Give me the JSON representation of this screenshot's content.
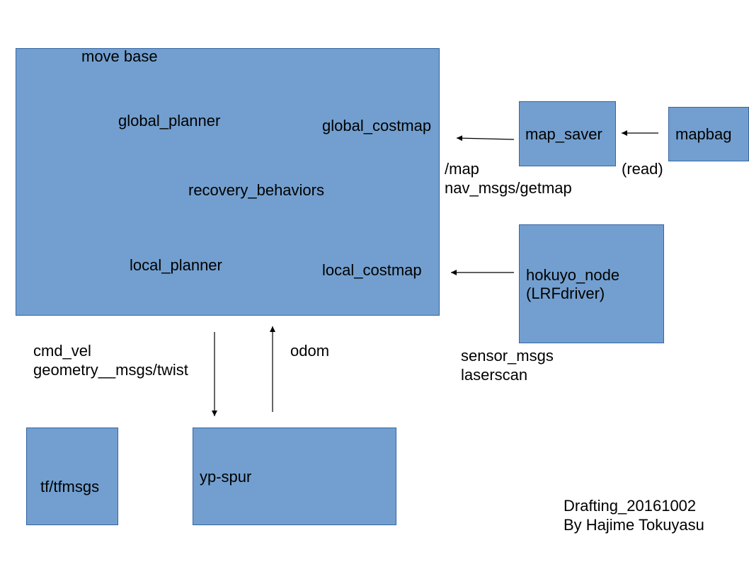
{
  "nodes": {
    "move_base": {
      "title": "move base",
      "global_planner": "global_planner",
      "global_costmap": "global_costmap",
      "recovery_behaviors": "recovery_behaviors",
      "local_planner": "local_planner",
      "local_costmap": "local_costmap"
    },
    "map_saver": "map_saver",
    "mapbag": "mapbag",
    "hokuyo_node": {
      "line1": "hokuyo_node",
      "line2": "(LRFdriver)"
    },
    "tf_tfmsgs": "tf/tfmsgs",
    "yp_spur": "yp-spur"
  },
  "edges": {
    "map": {
      "line1": "/map",
      "line2": "nav_msgs/getmap"
    },
    "read": "(read)",
    "laserscan": {
      "line1": "sensor_msgs",
      "line2": "laserscan"
    },
    "cmd_vel": {
      "line1": "cmd_vel",
      "line2": "geometry__msgs/twist"
    },
    "odom": "odom"
  },
  "footer": {
    "line1": "Drafting_20161002",
    "line2": "By Hajime Tokuyasu"
  },
  "colors": {
    "box_fill": "#729fcf",
    "box_border": "#3465a4",
    "text": "#000000",
    "arrow": "#000000"
  }
}
